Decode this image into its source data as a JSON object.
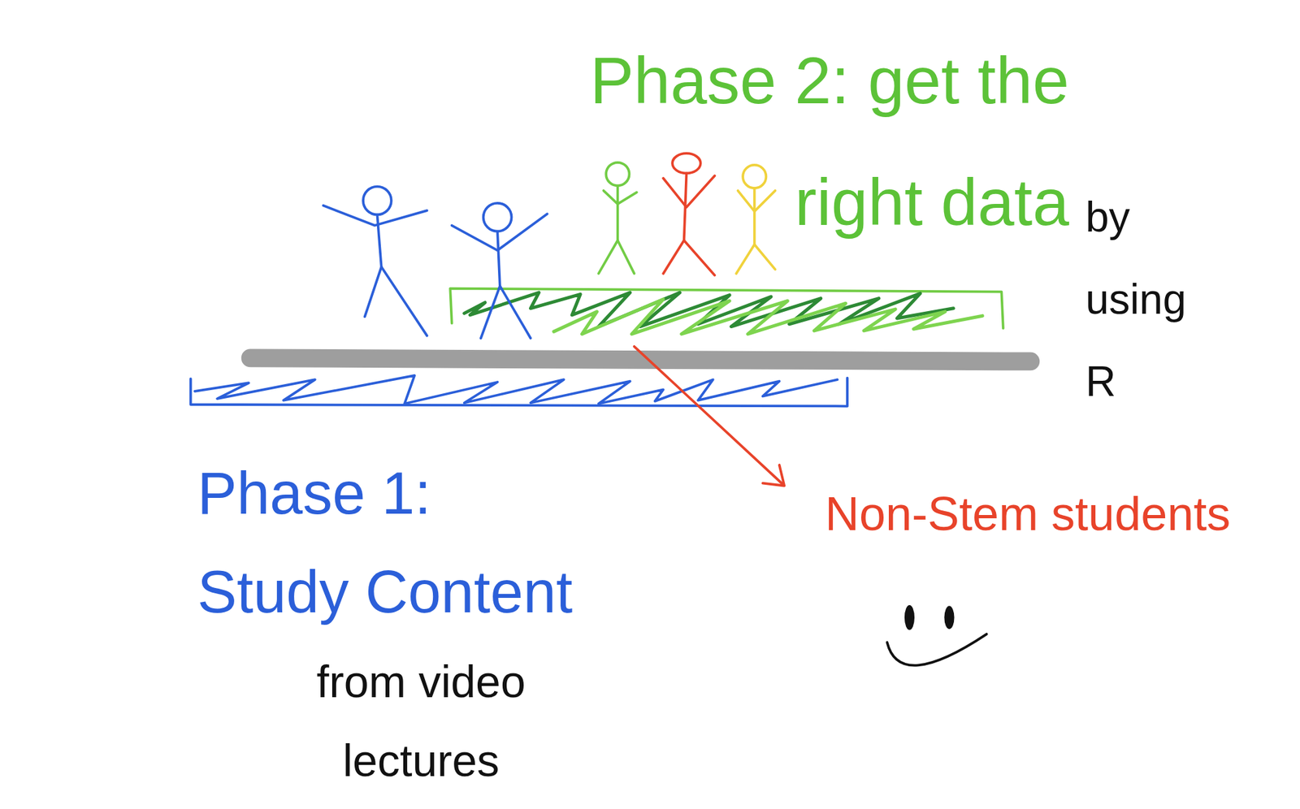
{
  "diagram": {
    "labels": [
      "Phase 2: get the right data",
      "by using R",
      "Phase 1: Study Content",
      "Non-Stem students",
      "from video lectures"
    ]
  }
}
